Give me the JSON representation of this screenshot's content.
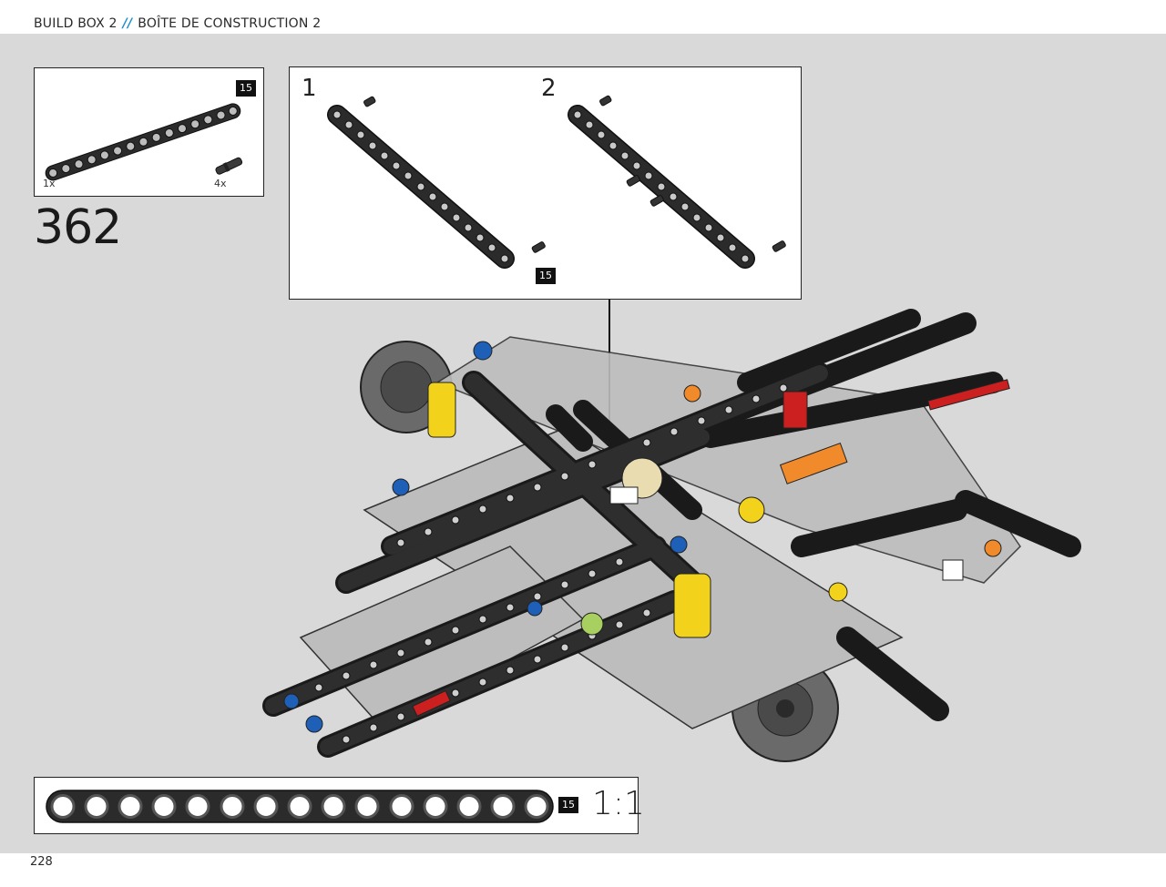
{
  "header": {
    "left": "BUILD BOX 2",
    "separator": "//",
    "right": "BOÎTE DE CONSTRUCTION 2"
  },
  "page_number": "228",
  "step_number": "362",
  "parts": [
    {
      "badge": "15",
      "qty": "1x",
      "name": "15-module black beam"
    },
    {
      "qty": "4x",
      "name": "axle pin"
    }
  ],
  "substeps": [
    {
      "label": "1"
    },
    {
      "label": "2"
    }
  ],
  "substep_badge": "15",
  "ruler": {
    "badge": "15",
    "scale": "1:1"
  },
  "colors": {
    "background": "#d9d9d9",
    "accent": "#1d8fcf",
    "beam": "#2a2a2a",
    "yellow": "#f2d21a",
    "red": "#cc1f1f",
    "blue": "#1e5fb8",
    "orange": "#f08a2a"
  }
}
